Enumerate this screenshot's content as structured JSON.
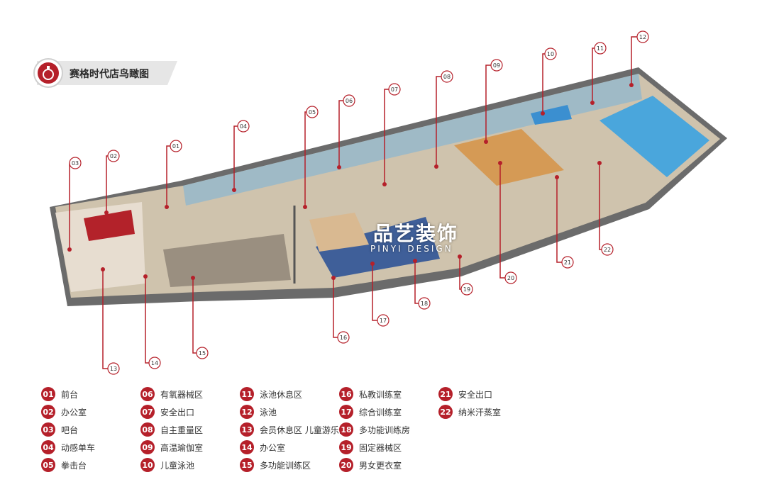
{
  "title": "赛格时代店鸟瞰图",
  "logo": {
    "name": "品艺装饰",
    "sub": "PINYI DESIGN"
  },
  "colors": {
    "accent": "#b5202a",
    "pool": "#4aa6dc",
    "floor": "#cfc3ad",
    "wall": "#5a5a5a"
  },
  "markers": [
    "01",
    "02",
    "03",
    "04",
    "05",
    "06",
    "07",
    "08",
    "09",
    "10",
    "11",
    "12",
    "13",
    "14",
    "15",
    "16",
    "17",
    "18",
    "19",
    "20",
    "21",
    "22"
  ],
  "legend": [
    {
      "num": "01",
      "label": "前台"
    },
    {
      "num": "02",
      "label": "办公室"
    },
    {
      "num": "03",
      "label": "吧台"
    },
    {
      "num": "04",
      "label": "动感单车"
    },
    {
      "num": "05",
      "label": "拳击台"
    },
    {
      "num": "06",
      "label": "有氧器械区"
    },
    {
      "num": "07",
      "label": "安全出口"
    },
    {
      "num": "08",
      "label": "自主重量区"
    },
    {
      "num": "09",
      "label": "高温瑜伽室"
    },
    {
      "num": "10",
      "label": "儿童泳池"
    },
    {
      "num": "11",
      "label": "泳池休息区"
    },
    {
      "num": "12",
      "label": "泳池"
    },
    {
      "num": "13",
      "label": "会员休息区 儿童游乐区"
    },
    {
      "num": "14",
      "label": "办公室"
    },
    {
      "num": "15",
      "label": "多功能训练区"
    },
    {
      "num": "16",
      "label": "私教训练室"
    },
    {
      "num": "17",
      "label": "综合训练室"
    },
    {
      "num": "18",
      "label": "多功能训练房"
    },
    {
      "num": "19",
      "label": "固定器械区"
    },
    {
      "num": "20",
      "label": "男女更衣室"
    },
    {
      "num": "21",
      "label": "安全出口"
    },
    {
      "num": "22",
      "label": "纳米汗蒸室"
    }
  ]
}
